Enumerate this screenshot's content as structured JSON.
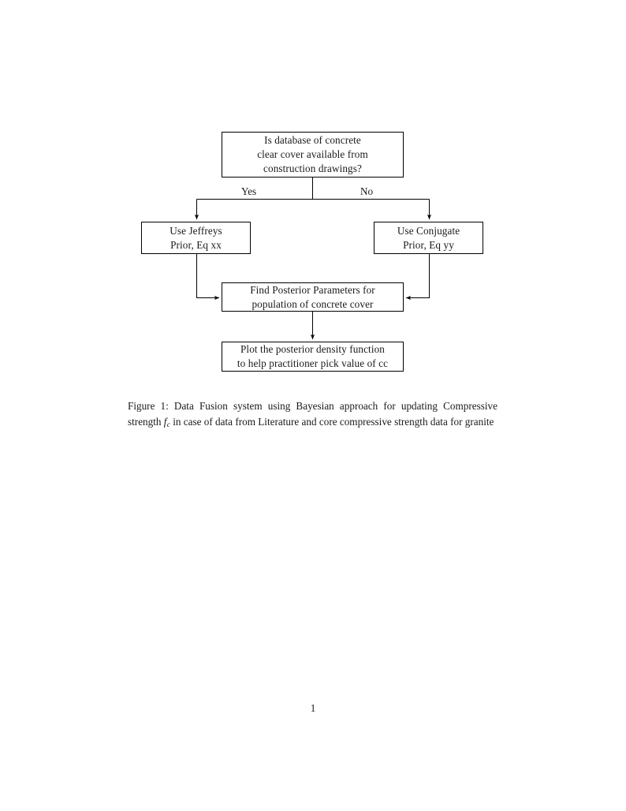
{
  "document": {
    "background_color": "#ffffff",
    "text_color": "#1a1a1a",
    "page_number": "1"
  },
  "figure": {
    "stroke_color": "#000000",
    "nodes": {
      "question": {
        "name": "decision-database-available",
        "lines": [
          "Is database of concrete",
          "clear cover available from",
          "construction drawings?"
        ]
      },
      "jeffreys": {
        "name": "use-jeffreys-prior",
        "lines": [
          "Use Jeffreys",
          "Prior, Eq xx"
        ]
      },
      "conjugate": {
        "name": "use-conjugate-prior",
        "lines": [
          "Use Conjugate",
          "Prior, Eq yy"
        ]
      },
      "posterior": {
        "name": "find-posterior-parameters",
        "lines": [
          "Find Posterior Parameters for",
          "population of concrete cover"
        ]
      },
      "plot": {
        "name": "plot-posterior-density",
        "lines": [
          "Plot the posterior density function",
          "to help practitioner pick value of cc"
        ]
      }
    },
    "edge_labels": {
      "yes": "Yes",
      "no": "No"
    },
    "caption": {
      "label": "Figure 1:",
      "text_before_math": " Data Fusion system using Bayesian approach for updating Compressive strength ",
      "math_variable": "f",
      "math_subscript": "c",
      "text_after_math": " in case of data from Literature and core compressive strength data for granite"
    }
  }
}
